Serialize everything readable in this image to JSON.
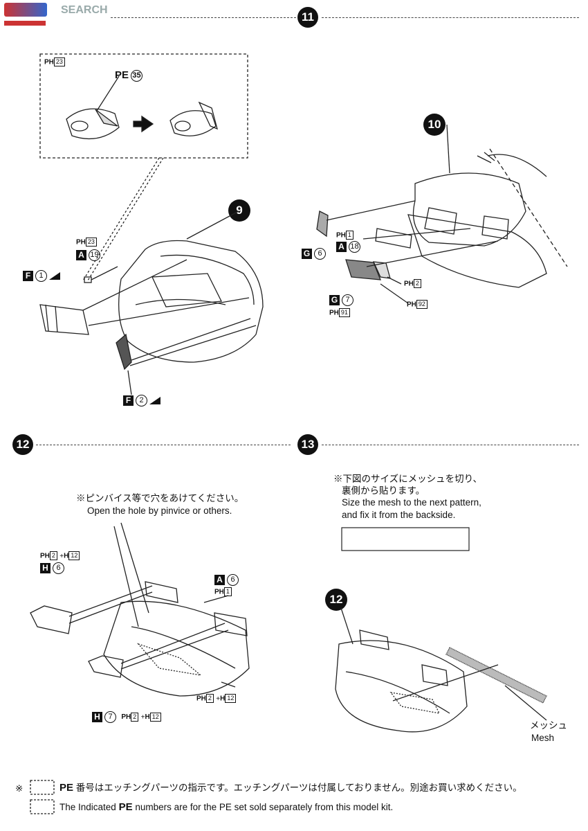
{
  "header": {
    "logo_text": "SEARCH"
  },
  "steps": {
    "s9": "9",
    "s10": "10",
    "s11": "11",
    "s12": "12",
    "s13": "13",
    "s12_ref": "12"
  },
  "step11": {
    "inset_ref": {
      "ph": "PH",
      "num": "23"
    },
    "pe_label": {
      "pe": "PE",
      "num": "35"
    },
    "a19": {
      "ph": "PH",
      "ph_num": "23",
      "letter": "A",
      "num": "19"
    },
    "f1": {
      "letter": "F",
      "num": "1"
    },
    "f2": {
      "letter": "F",
      "num": "2"
    }
  },
  "step10": {
    "g6": {
      "letter": "G",
      "num": "6"
    },
    "a18": {
      "ph": "PH",
      "ph_num": "1",
      "letter": "A",
      "num": "18"
    },
    "ph2": {
      "ph": "PH",
      "num": "2"
    },
    "g7": {
      "letter": "G",
      "num": "7",
      "ph": "PH",
      "ph_num": "91"
    },
    "ph92": {
      "ph": "PH",
      "num": "92"
    }
  },
  "step12": {
    "note_jp": "※ピンバイス等で穴をあけてください。",
    "note_en": "Open the hole by pinvice or others.",
    "h6": {
      "ph": "PH",
      "ph_num": "2",
      "plus": "+",
      "h": "H",
      "h_num": "12",
      "letter": "H",
      "num": "6"
    },
    "a6": {
      "letter": "A",
      "num": "6",
      "ph": "PH",
      "ph_num": "1"
    },
    "right_ref": {
      "ph": "PH",
      "ph_num": "2",
      "plus": "+",
      "h": "H",
      "h_num": "12"
    },
    "h7": {
      "letter": "H",
      "num": "7",
      "ph": "PH",
      "ph_num": "2",
      "plus": "+",
      "h": "H",
      "h_num": "12"
    }
  },
  "step13": {
    "note_jp1": "※下図のサイズにメッシュを切り、",
    "note_jp2": "裏側から貼ります。",
    "note_en1": "Size the mesh to the next pattern,",
    "note_en2": "and fix it from the backside.",
    "mesh_jp": "メッシュ",
    "mesh_en": "Mesh"
  },
  "footer": {
    "mark": "※",
    "pe": "PE",
    "jp": "番号はエッチングパーツの指示です。エッチングパーツは付属しておりません。別途お買い求めください。",
    "en_pre": "The Indicated",
    "en_post": "numbers are for the PE set sold separately from this model kit."
  }
}
